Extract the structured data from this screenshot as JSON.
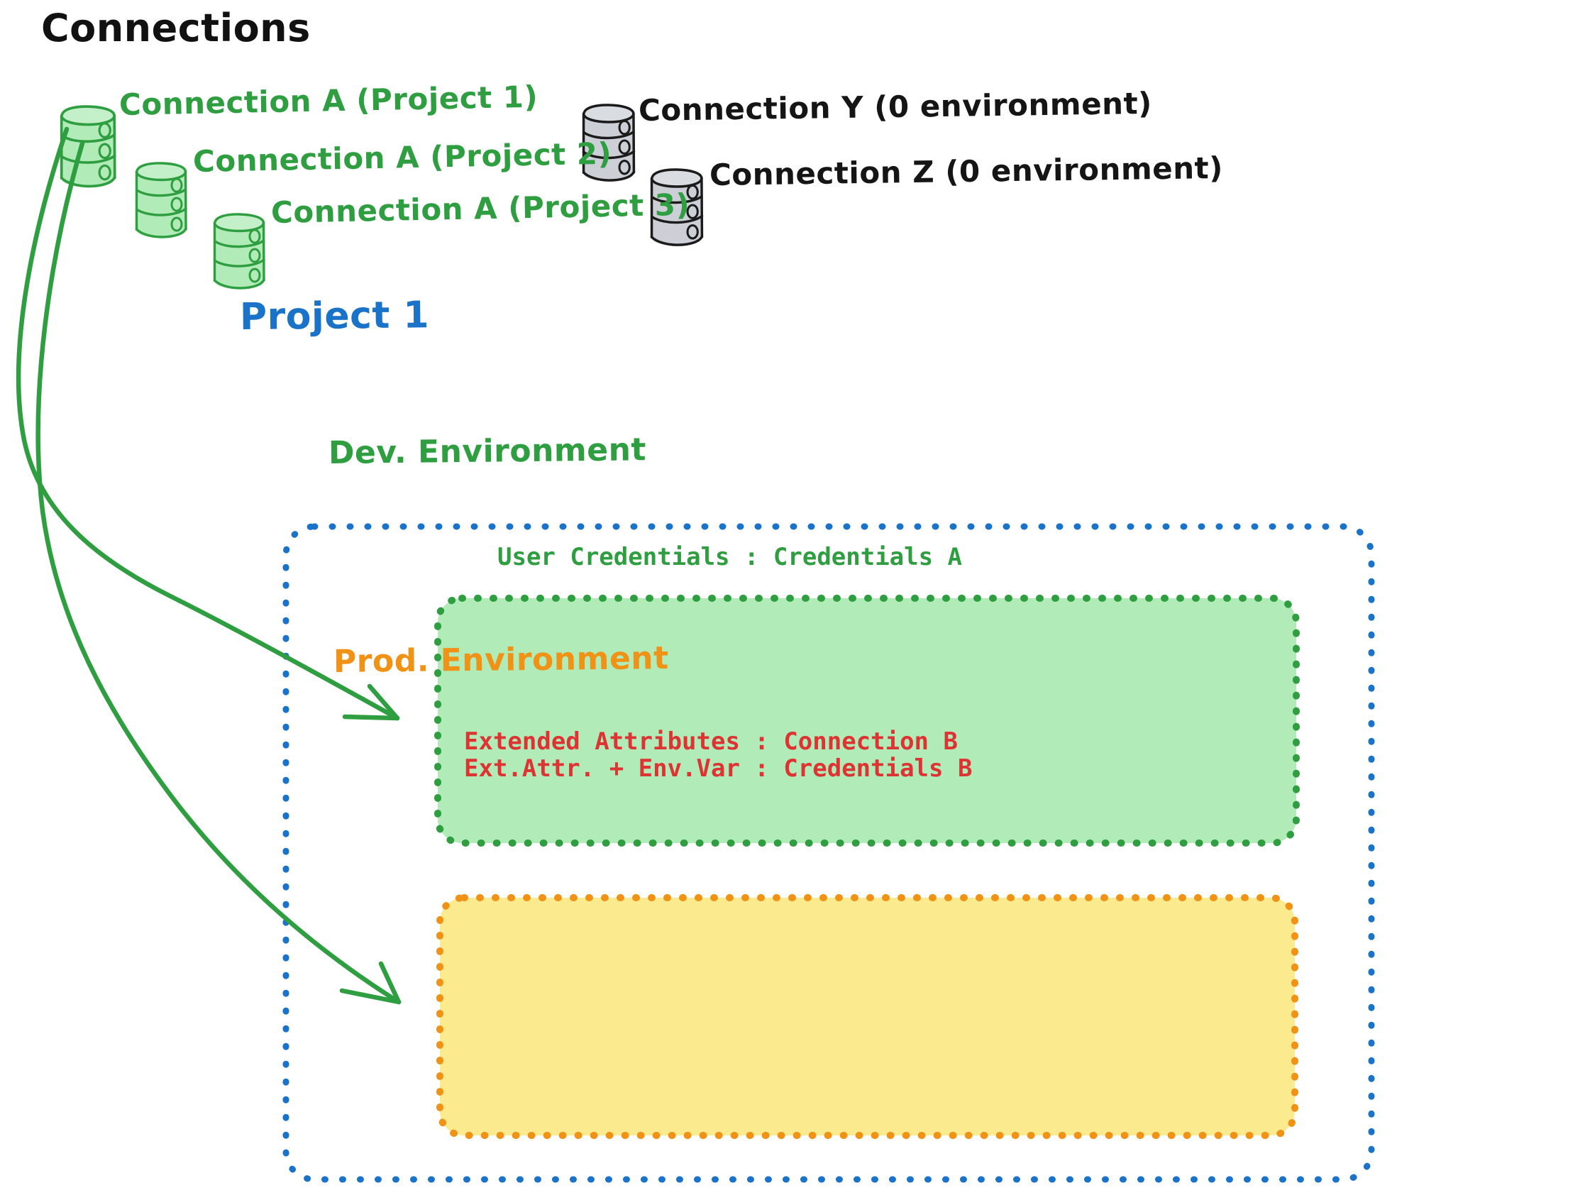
{
  "diagram": {
    "title": "Connections",
    "background_color": "#ffffff"
  },
  "colors": {
    "green_stroke": "#2f9e41",
    "green_fill": "#b0ebb8",
    "gray_stroke": "#1b1b1b",
    "gray_fill": "#ccd0d6",
    "blue": "#1a73c8",
    "orange": "#f09215",
    "yellow_fill": "#fcea8f",
    "red": "#dd3333",
    "black": "#151515"
  },
  "connections": {
    "heading": "Connections",
    "green_items": [
      {
        "icon": "database-icon",
        "label": "Connection A (Project 1)"
      },
      {
        "icon": "database-icon",
        "label": "Connection A (Project 2)"
      },
      {
        "icon": "database-icon",
        "label": "Connection A (Project 3)"
      }
    ],
    "gray_items": [
      {
        "icon": "database-icon",
        "label": "Connection Y (0 environment)"
      },
      {
        "icon": "database-icon",
        "label": "Connection Z (0 environment)"
      }
    ]
  },
  "project": {
    "title": "Project 1",
    "border_style": "dotted",
    "border_color": "#1a73c8",
    "environments": [
      {
        "name": "Dev. Environment",
        "accent": "#2f9e41",
        "fill": "#b0ebb8",
        "rows": [
          "User Credentials : Credentials A"
        ]
      },
      {
        "name": "Prod. Environment",
        "accent": "#f09215",
        "fill": "#fcea8f",
        "rows": [
          "Extended Attributes : Connection B",
          "Ext.Attr. + Env.Var : Credentials B"
        ]
      }
    ]
  },
  "arrows": [
    {
      "from": "Connection A (Project 1)",
      "to": "Dev. Environment",
      "color": "#2f9e41"
    },
    {
      "from": "Connection A (Project 1)",
      "to": "Prod. Environment",
      "color": "#2f9e41"
    }
  ]
}
